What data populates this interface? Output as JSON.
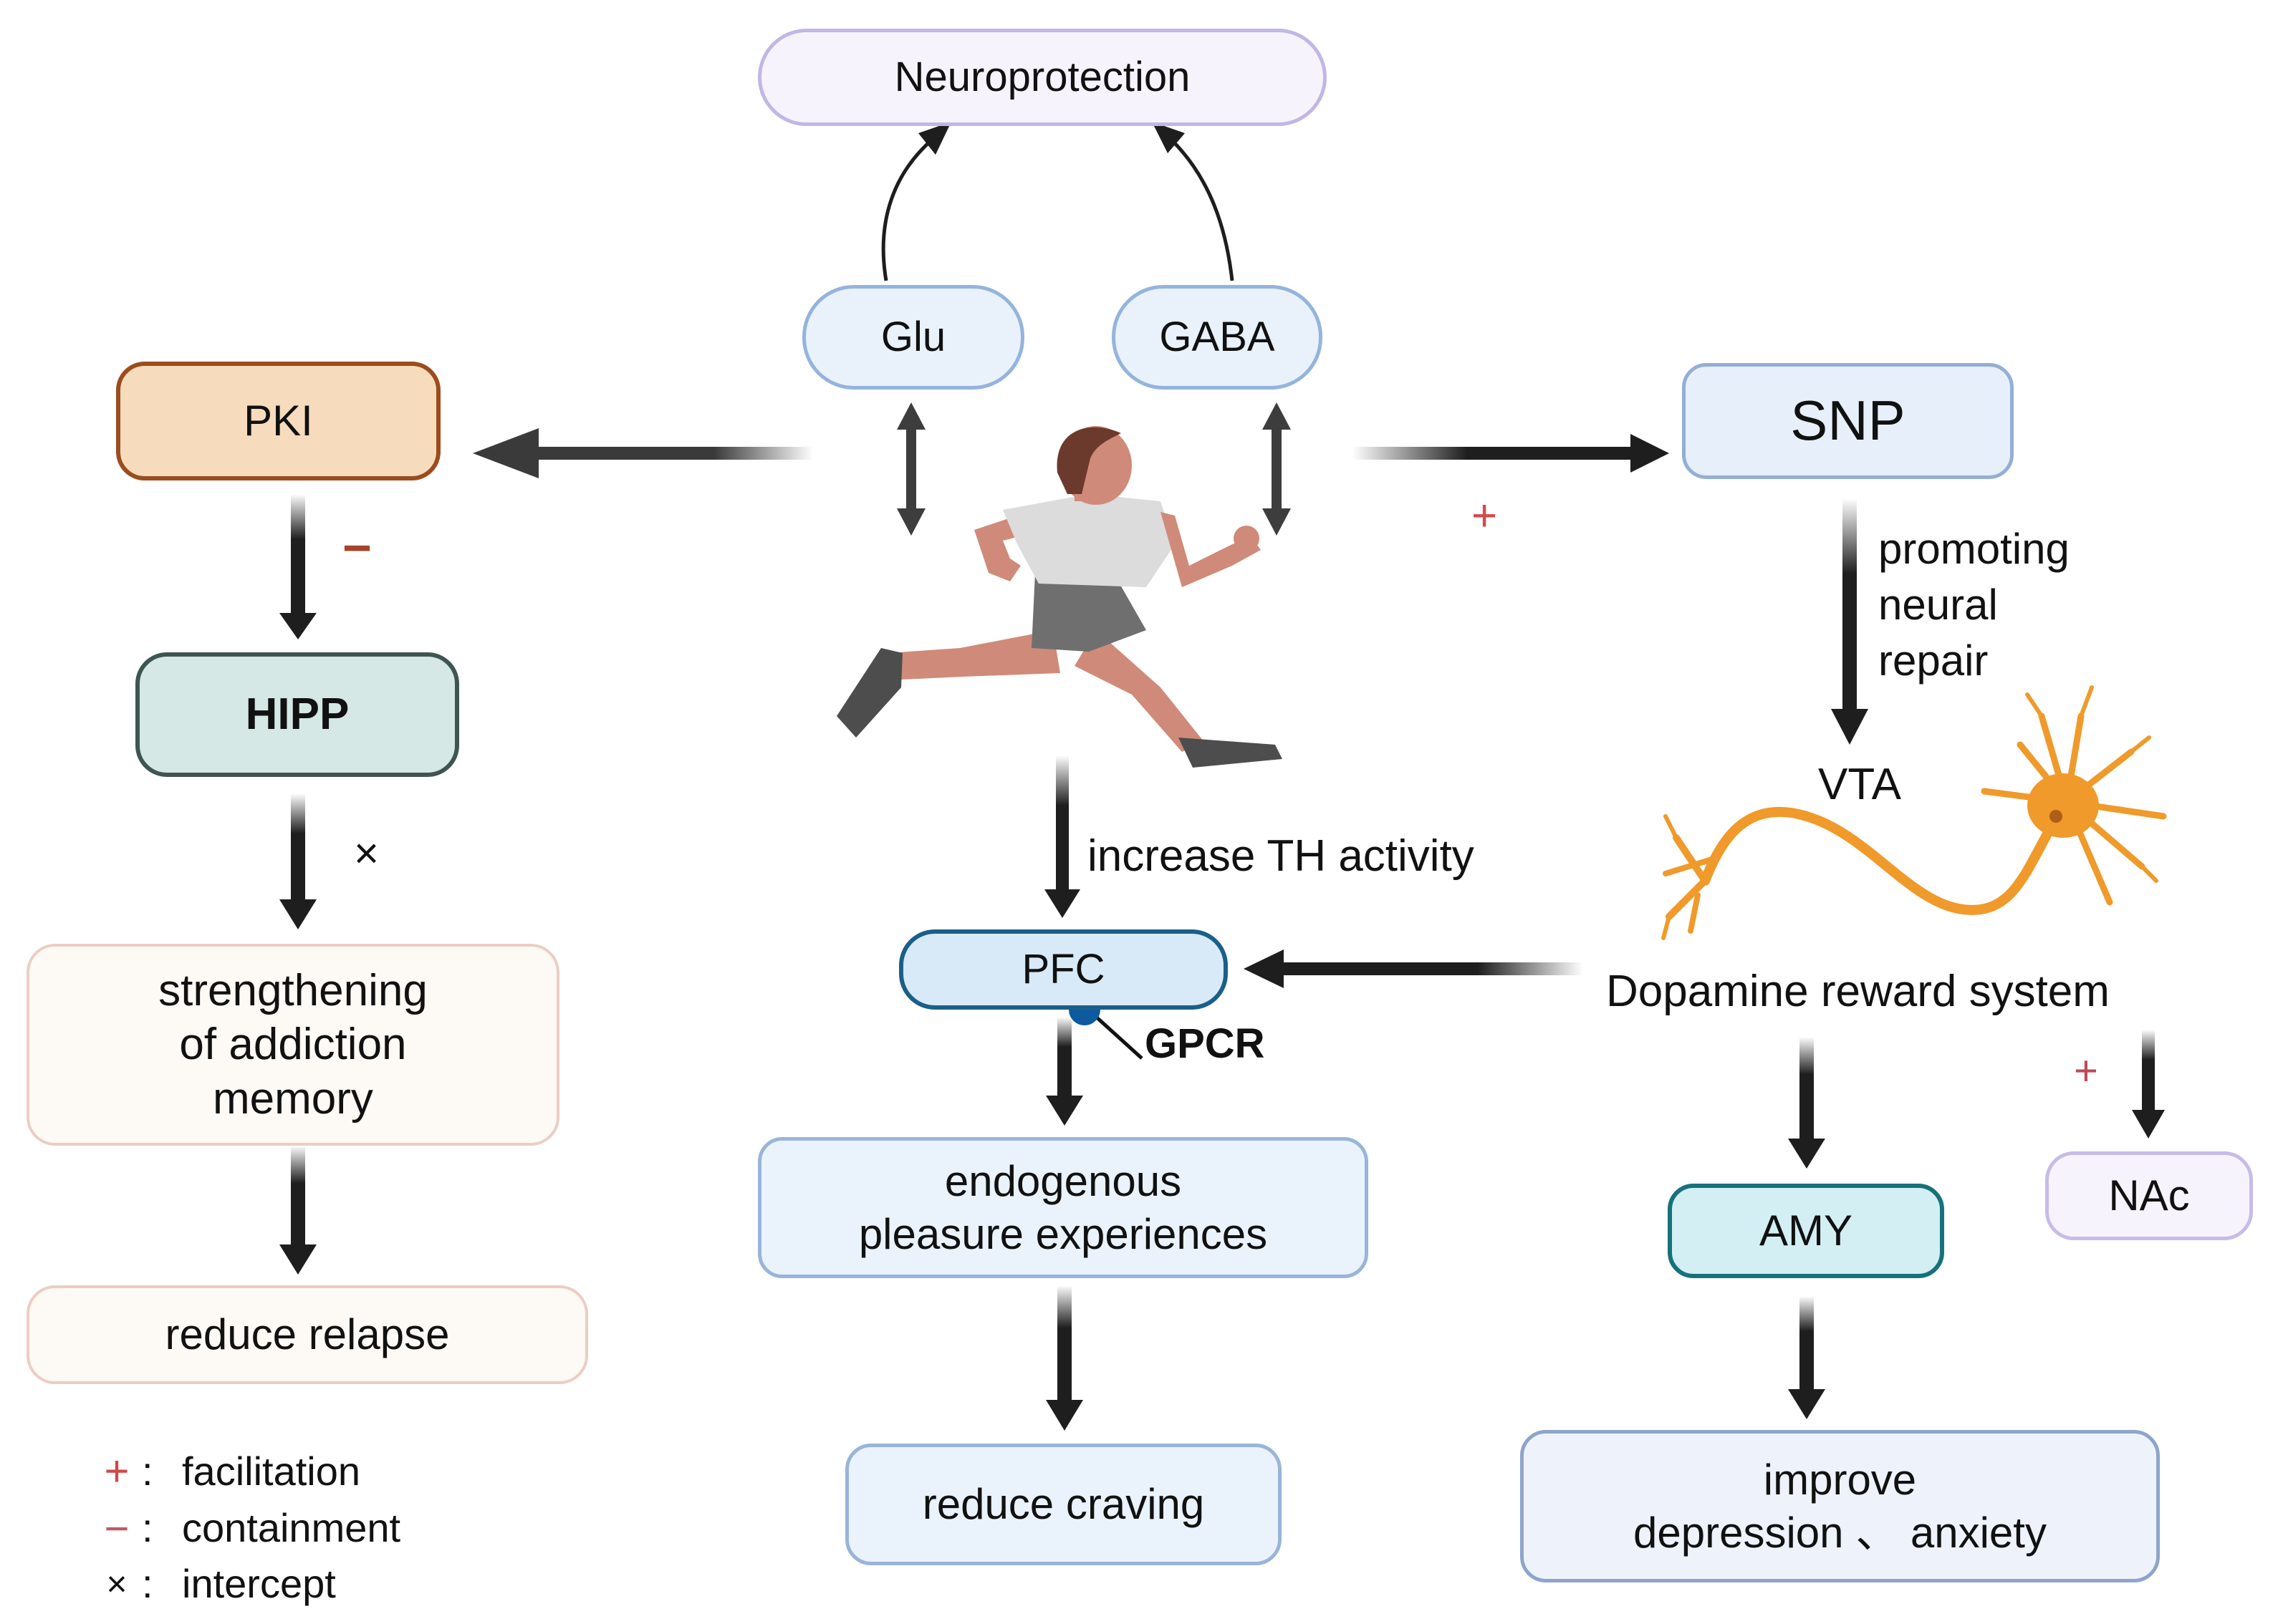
{
  "diagram": {
    "title": "",
    "nodes": {
      "neuroprotection": "Neuroprotection",
      "glu": "Glu",
      "gaba": "GABA",
      "pki": "PKI",
      "snp": "SNP",
      "hipp": "HIPP",
      "strengthening": [
        "strengthening",
        "of addiction",
        "memory"
      ],
      "reduce_relapse": "reduce relapse",
      "pfc": "PFC",
      "endogenous": [
        "endogenous",
        "pleasure experiences"
      ],
      "reduce_craving": "reduce craving",
      "amy": "AMY",
      "nac": "NAc",
      "improve": [
        "improve",
        "depression 、 anxiety"
      ]
    },
    "labels": {
      "promoting_repair": [
        "promoting",
        "neural",
        "repair"
      ],
      "vta": "VTA",
      "increase_th": "increase TH activity",
      "dopamine_reward": "Dopamine reward system",
      "gpcr": "GPCR"
    },
    "signs": {
      "snp_edge": "+",
      "pki_edge": "−",
      "hipp_edge": "×",
      "nac_edge": "+"
    },
    "edges": [
      {
        "from": "Glu",
        "to": "Neuroprotection",
        "type": "curved"
      },
      {
        "from": "GABA",
        "to": "Neuroprotection",
        "type": "curved"
      },
      {
        "from": "Glu",
        "to": "Exercise",
        "type": "bidirectional"
      },
      {
        "from": "GABA",
        "to": "Exercise",
        "type": "bidirectional"
      },
      {
        "from": "Exercise",
        "to": "PKI",
        "sign": ""
      },
      {
        "from": "Exercise",
        "to": "SNP",
        "sign": "+"
      },
      {
        "from": "PKI",
        "to": "HIPP",
        "sign": "−"
      },
      {
        "from": "HIPP",
        "to": "strengthening of addiction memory",
        "sign": "×"
      },
      {
        "from": "strengthening of addiction memory",
        "to": "reduce relapse"
      },
      {
        "from": "SNP",
        "to": "VTA",
        "label": "promoting neural repair"
      },
      {
        "from": "Exercise",
        "to": "PFC",
        "label": "increase TH activity"
      },
      {
        "from": "Dopamine reward system",
        "to": "PFC"
      },
      {
        "from": "PFC",
        "to": "endogenous pleasure experiences"
      },
      {
        "from": "endogenous pleasure experiences",
        "to": "reduce craving"
      },
      {
        "from": "Dopamine reward system",
        "to": "AMY"
      },
      {
        "from": "Dopamine reward system",
        "to": "NAc",
        "sign": "+"
      },
      {
        "from": "AMY",
        "to": "improve depression 、 anxiety"
      }
    ],
    "legend": [
      {
        "symbol": "+",
        "label": "facilitation"
      },
      {
        "symbol": "−",
        "label": "containment"
      },
      {
        "symbol": "×",
        "label": "intercept"
      }
    ],
    "icons": [
      "running-person-icon",
      "neuron-icon",
      "gpcr-receptor-icon"
    ],
    "colors": {
      "arrow": "#1e1e1e",
      "double_arrow": "#3d3d3d",
      "facilitation": "#d04848",
      "containment": "#a2452a",
      "neuron": "#ef9a2a"
    }
  }
}
